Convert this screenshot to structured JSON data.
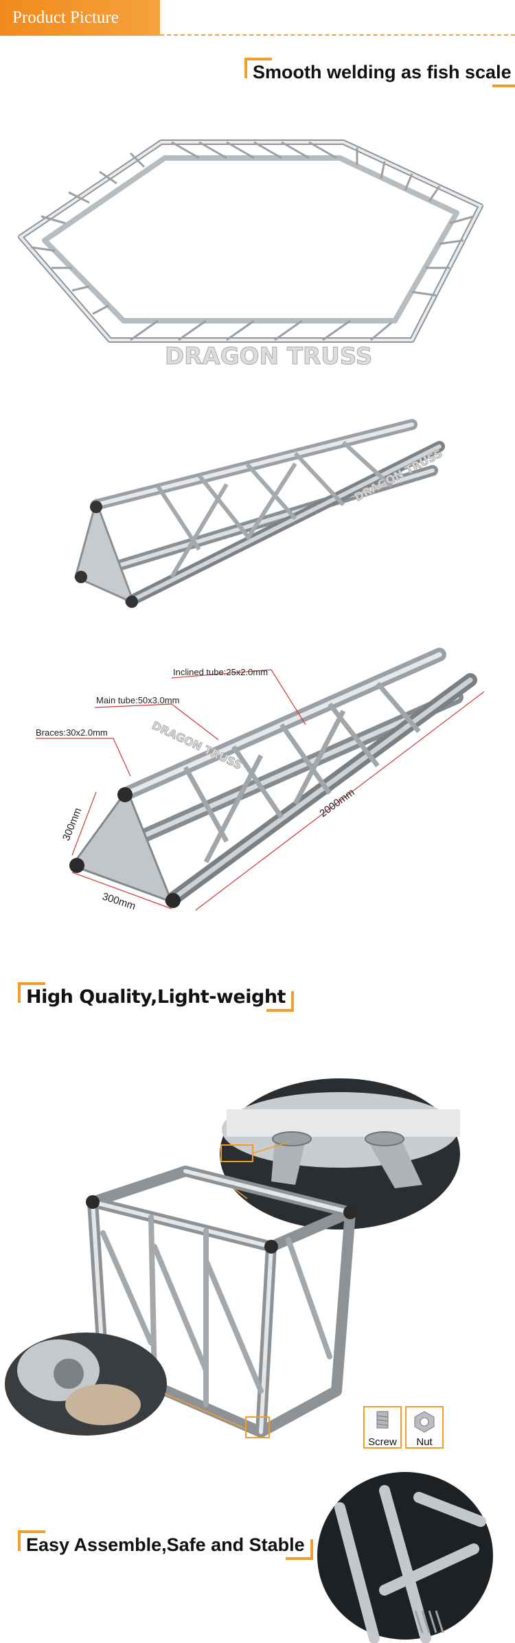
{
  "header": {
    "title": "Product Picture"
  },
  "captions": {
    "top": "Smooth welding as fish scale",
    "middle": "High Quality,Light-weight",
    "bottom": "Easy Assemble,Safe and Stable"
  },
  "watermarks": {
    "hexagon": "DRAGON TRUSS",
    "triangle": "DRAGON TRUSS",
    "dimensioned": "DRAGON TRUSS"
  },
  "dimensions": {
    "inclined_tube": "Inclined tube:25x2.0mm",
    "main_tube": "Main tube:50x3.0mm",
    "braces": "Braces:30x2.0mm",
    "height": "300mm",
    "width": "300mm",
    "length": "2000mm"
  },
  "parts": {
    "screw": "Screw",
    "nut": "Nut"
  },
  "colors": {
    "accent": "#f39c2a",
    "metal_light": "#e6e8ea",
    "metal_dark": "#8a8f94"
  }
}
